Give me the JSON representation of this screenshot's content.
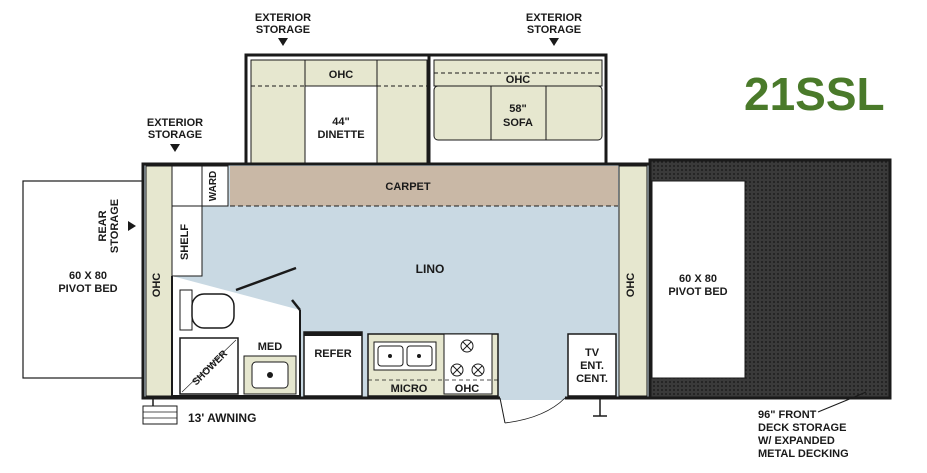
{
  "model": "21SSL",
  "colors": {
    "model_text": "#4a7a2a",
    "lino": "#c9d9e3",
    "carpet": "#c9b8a6",
    "cabinet": "#e6e7cf",
    "bed": "#ffffff",
    "deck": "#2b2b2b",
    "wall": "#1a1a1a"
  },
  "labels": {
    "exterior_storage_left_1": "EXTERIOR",
    "exterior_storage_left_2": "STORAGE",
    "exterior_storage_mid_1": "EXTERIOR",
    "exterior_storage_mid_2": "STORAGE",
    "exterior_storage_right_1": "EXTERIOR",
    "exterior_storage_right_2": "STORAGE",
    "rear_storage_1": "REAR",
    "rear_storage_2": "STORAGE",
    "rear_bed_1": "60 X 80",
    "rear_bed_2": "PIVOT BED",
    "front_bed_1": "60 X 80",
    "front_bed_2": "PIVOT BED",
    "ohc_dinette": "OHC",
    "dinette_1": "44\"",
    "dinette_2": "DINETTE",
    "ohc_sofa": "OHC",
    "sofa_1": "58\"",
    "sofa_2": "SOFA",
    "carpet": "CARPET",
    "lino": "LINO",
    "ward": "WARD",
    "shelf": "SHELF",
    "ohc_rear": "OHC",
    "ohc_front": "OHC",
    "shower": "SHOWER",
    "med": "MED",
    "refer": "REFER",
    "micro": "MICRO",
    "ohc_kitchen": "OHC",
    "tv_1": "TV",
    "tv_2": "ENT.",
    "tv_3": "CENT.",
    "awning": "13' AWNING",
    "deck_1": "96\" FRONT",
    "deck_2": "DECK STORAGE",
    "deck_3": "W/ EXPANDED",
    "deck_4": "METAL DECKING"
  }
}
